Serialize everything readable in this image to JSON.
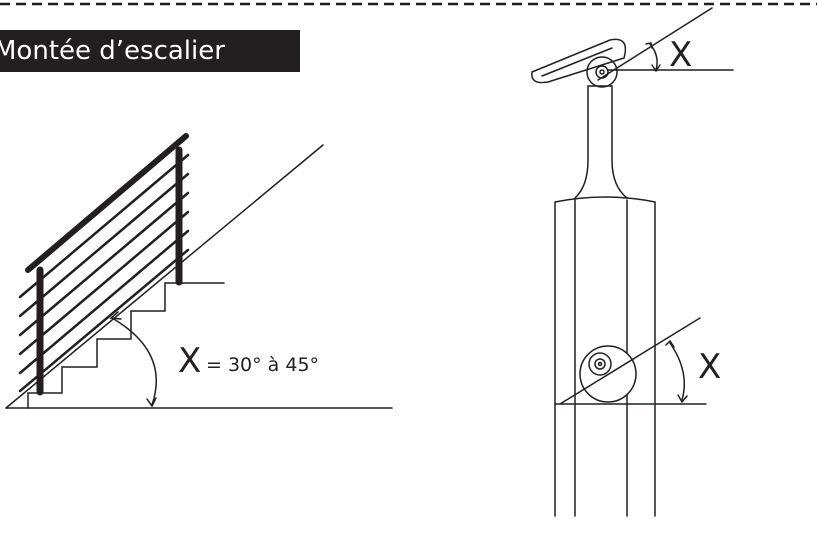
{
  "title": "Montée d’escalier",
  "left_figure": {
    "angle_symbol": "X",
    "angle_range": "= 30° à 45°"
  },
  "right_figure": {
    "top_angle_symbol": "X",
    "bottom_angle_symbol": "X"
  },
  "colors": {
    "ink": "#231f20",
    "background": "#ffffff",
    "banner": "#231f20"
  }
}
